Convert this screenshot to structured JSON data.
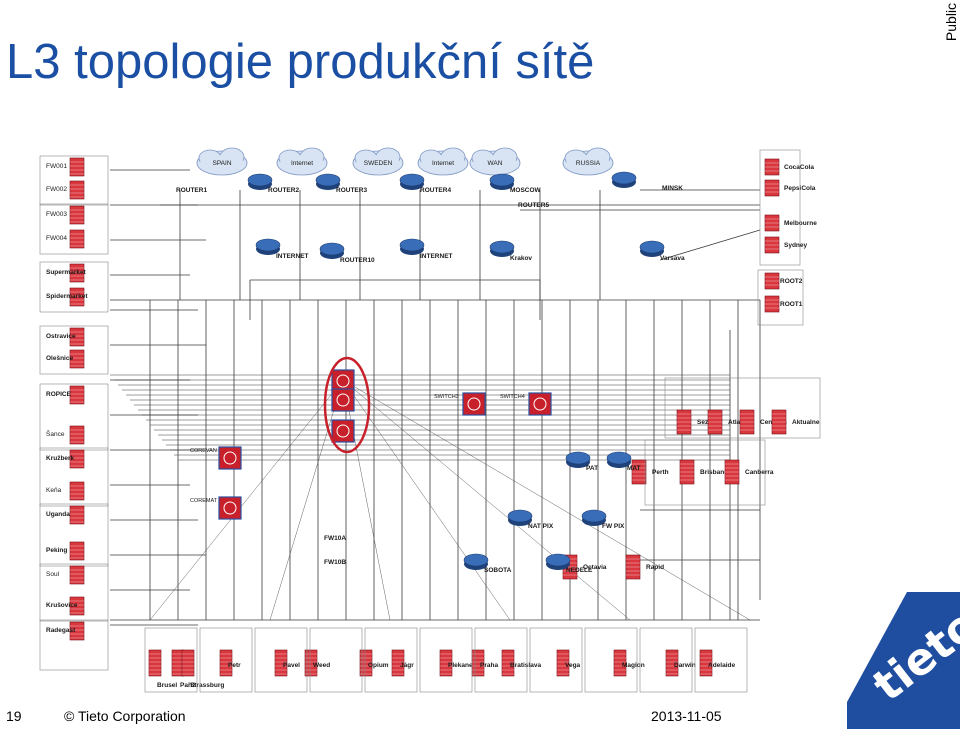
{
  "slide": {
    "title": "L3 topologie produkční sítě",
    "classification": "Public",
    "page_number": "19",
    "company": "© Tieto Corporation",
    "date": "2013-11-05",
    "logo_text": "tieto"
  },
  "colors": {
    "title": "#1a4fa3",
    "firewall": "#d9363e",
    "router": "#3a6db8",
    "switch": "#c8202a",
    "logo": "#1f4ea0"
  },
  "diagram": {
    "clouds": [
      "SPAIN",
      "Internet",
      "SWEDEN",
      "Internet",
      "WAN",
      "RUSSIA"
    ],
    "routers": [
      "ROUTER1",
      "ROUTER2",
      "ROUTER3",
      "ROUTER4",
      "MOSCOW",
      "ROUTER5",
      "MINSK",
      "INTERNET",
      "ROUTER10",
      "INTERNET",
      "Krakov",
      "Varsava",
      "PAT",
      "MAT",
      "NAT PIX",
      "FW PIX",
      "SOBOTA",
      "NEDELE"
    ],
    "switches": [
      "COREVAN",
      "COREMAT",
      "SWITCH3",
      "SWITCH4"
    ],
    "left_sites": [
      "FW001",
      "FW002",
      "FW003",
      "FW004",
      "Supermarket",
      "Spidermarket",
      "Ostravice",
      "Olešnice",
      "ROPICE",
      "Šance",
      "Kružberk",
      "Keňa",
      "Uganda",
      "Peking",
      "Soul",
      "Krušovice",
      "Radegast"
    ],
    "right_sites": [
      "CocaCola",
      "PepsiCola",
      "Melbourne",
      "Sydney",
      "ROOT2",
      "ROOT1",
      "Seznam",
      "Atlas",
      "Centrum",
      "Aktualne",
      "Perth",
      "Brisbane",
      "Canberra",
      "Octavia",
      "Rapid"
    ],
    "bottom_sites": [
      "Brusel",
      "Paříž",
      "Strassburg",
      "Petr",
      "Pavel",
      "Weed",
      "Opium",
      "Jágr",
      "Plekanec",
      "Praha",
      "Bratislava",
      "Vega",
      "Magion",
      "Darwin",
      "Adelaide"
    ],
    "mid_labels": [
      "FW10A",
      "FW10B"
    ]
  }
}
